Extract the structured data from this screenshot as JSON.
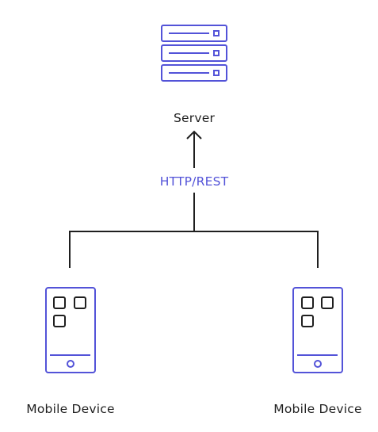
{
  "server": {
    "label": "Server",
    "icon": "server-rack-icon"
  },
  "connection": {
    "label": "HTTP/REST",
    "icon": "arrow-up-icon"
  },
  "devices": [
    {
      "label": "Mobile Device",
      "icon": "mobile-phone-icon"
    },
    {
      "label": "Mobile Device",
      "icon": "mobile-phone-icon"
    }
  ],
  "colors": {
    "accent": "#5353d8",
    "line": "#1f1f1f",
    "text": "#1f1f1f",
    "background": "#ffffff"
  }
}
